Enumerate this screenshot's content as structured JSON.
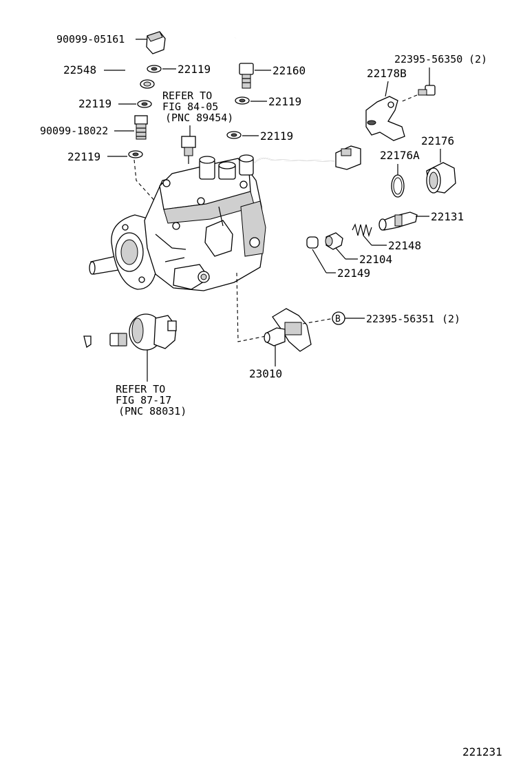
{
  "callouts": {
    "nut_top": "90099-05161",
    "pipe": "22548",
    "gasket_pipe": "22119",
    "bolt_right": "22160",
    "gasket_left_1": "22119",
    "gasket_right_1": "22119",
    "union_bolt": "90099-18022",
    "gasket_right_2": "22119",
    "gasket_left_2": "22119",
    "screw_b_top": "22395-56350",
    "screw_b_top_qty": "(2)",
    "bracket": "22178B",
    "plug": "22176",
    "gasket_plug": "22176A",
    "valve": "22131",
    "spring": "22148",
    "piston": "22104",
    "cap": "22149",
    "screw_b_bottom": "22395-56351",
    "screw_b_bottom_qty": "(2)",
    "sensor": "23010",
    "b_marker": "B"
  },
  "refer_top": {
    "line1": "REFER TO",
    "line2": "FIG 84-05",
    "line3": "(PNC 89454)"
  },
  "refer_bottom": {
    "line1": "REFER TO",
    "line2": "FIG 87-17",
    "line3": "(PNC 88031)"
  },
  "figure_number": "221231"
}
